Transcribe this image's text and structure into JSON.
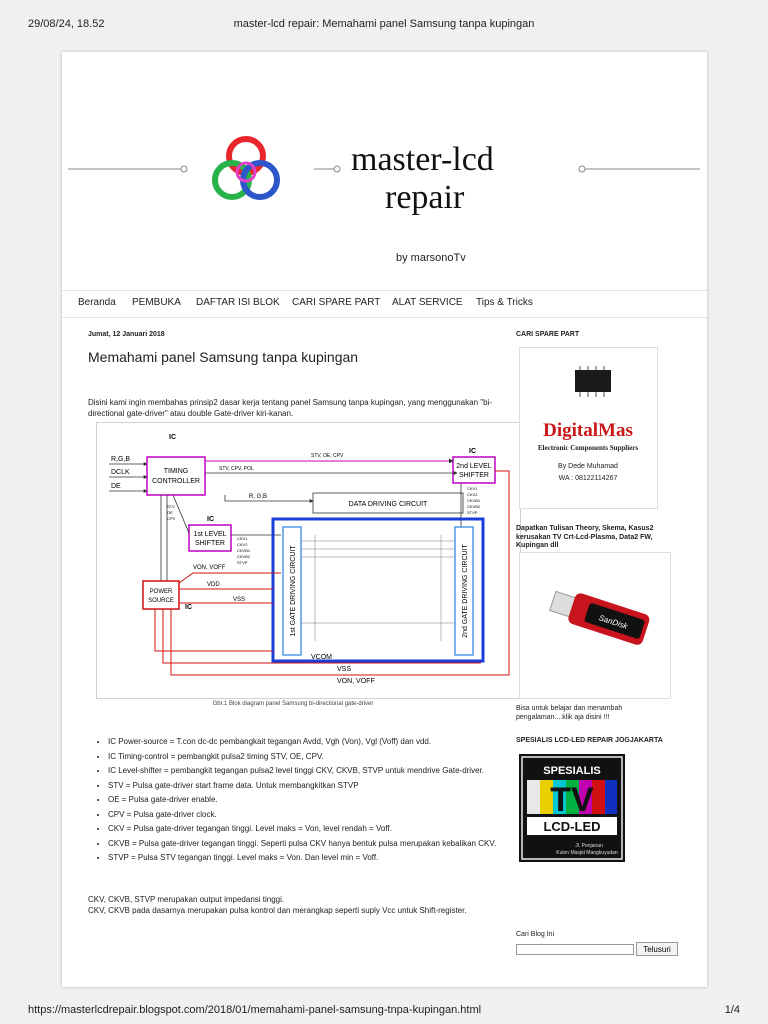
{
  "print_header": {
    "date": "29/08/24, 18.52",
    "title": "master-lcd repair: Memahami panel Samsung tanpa kupingan"
  },
  "print_footer": {
    "url": "https://masterlcdrepair.blogspot.com/2018/01/memahami-panel-samsung-tnpa-kupingan.html",
    "page": "1/4"
  },
  "brand": {
    "title_line1": "master-lcd",
    "title_line2": "repair",
    "byline": "by marsonoTv"
  },
  "nav": [
    "Beranda",
    "PEMBUKA",
    "DAFTAR ISI BLOK",
    "CARI SPARE PART",
    "ALAT SERVICE",
    "Tips & Tricks"
  ],
  "post": {
    "date": "Jumat, 12 Januari 2018",
    "title": "Memahami panel Samsung tanpa kupingan",
    "intro": "Disini kami ingin membahas prinsip2 dasar kerja tentang panel Samsung tanpa kupingan, yang menggunakan \"bi-directional gate-driver\" atau  double Gate-driver kiri-kanan.",
    "caption": "Gbr.1 Blok diagram panel Samsung bi-directional gate-driver",
    "bullets": [
      "IC Power-source = T.con dc-dc pembangkait tegangan Avdd, Vgh (Von), Vgl (Voff) dan vdd.",
      "IC Timing-control = pembangkit pulsa2 timing STV, OE, CPV.",
      "IC Level-shifter = pembangkit tegangan pulsa2 level tinggi CKV, CKVB, STVP untuk mendrive Gate-driver.",
      "STV = Pulsa gate-driver start frame data. Untuk membangkitkan STVP",
      "OE =  Pulsa gate-driver enable.",
      "CPV = Pulsa gate-driver clock.",
      "CKV = Pulsa gate-driver tegangan tinggi. Level maks = Von, level rendah = Voff.",
      "CKVB = Pulsa gate-driver tegangan tinggi. Seperti pulsa CKV hanya bentuk pulsa merupakan kebalikan CKV.",
      "STVP = Pulsa STV tegangan tinggi. Level maks = Von. Dan level min = Voff."
    ],
    "note1": "CKV, CKVB, STVP merupakan output impedansi tinggi.",
    "note2": "CKV, CKVB pada dasarnya merupakan pulsa kontrol dan merangkap seperti suply Vcc untuk Shift-register."
  },
  "diagram": {
    "in_rgb": "R,G,B",
    "in_dclk": "DCLK",
    "in_de": "DE",
    "ic_label": "IC",
    "timing_controller": [
      "TIMING",
      "CONTROLLER"
    ],
    "level1": [
      "1st LEVEL",
      "SHIFTER"
    ],
    "level2": [
      "2nd LEVEL",
      "SHIFTER"
    ],
    "power_source": [
      "POWER",
      "SOURCE"
    ],
    "data_driving": "DATA DRIVING CIRCUIT",
    "gate1": "1st GATE DRIVING CIRCUIT",
    "gate2": "2nd GATE DRIVING CIRCUIT",
    "sig_stv_oe_cpv": "STV, OE, CPV",
    "sig_stv_cpv_pol": "STV, CPV, POL",
    "sig_rgb": "R, G,B",
    "sig_stv": "STV",
    "sig_oe": "OE",
    "sig_cpv": "CPV",
    "sig_von_voff": "VON, VOFF",
    "sig_vdd": "VDD",
    "sig_vss": "VSS",
    "sig_vcom": "VCOM",
    "sig_ckv": "CKV1",
    "sig_ckv2": "CKV2",
    "sig_ckvb1": "CKVB1",
    "sig_ckvb2": "CKVB2",
    "sig_stvp": "STVP"
  },
  "sidebar": {
    "spare_title": "CARI SPARE PART",
    "ad_brand": "DigitalMas",
    "ad_sub": "Electronic Components Suppliers",
    "ad_by": "By Dede Muhamad",
    "ad_wa": "WA : 08122114267",
    "promo": "Dapatkan Tulisan Theory, Skema, Kasus2 kerusakan TV Crt-Lcd-Plasma, Data2 FW, Kupingan dll",
    "usb_brand": "SanDisk",
    "promo2": "Bisa untuk belajar dan menambah pengalaman....klik aja disini !!!",
    "special_title": "SPESIALIS LCD-LED REPAIR JOGJAKARTA",
    "sp_line1": "SPESIALIS",
    "sp_line2": "TV",
    "sp_line3": "LCD-LED",
    "sp_addr": "Jl. Penjarian",
    "sp_addr2": "Kulon Masjid Mangkuyudan",
    "search_title": "Cari Blog Ini",
    "search_button": "Telusuri"
  }
}
